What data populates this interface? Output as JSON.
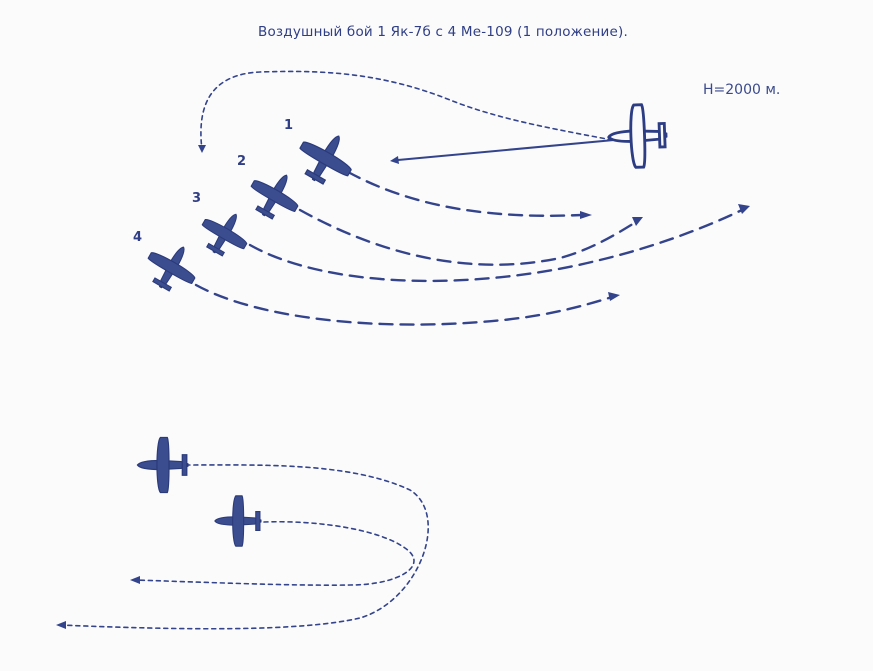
{
  "title": "Воздушный бой 1 Як-7б с 4 Ме-109 (1 положение).",
  "altitude_label": "Н=2000 м.",
  "formation_numbers": [
    "1",
    "2",
    "3",
    "4"
  ],
  "colors": {
    "ink": "#33448c",
    "paper": "#fbfbfc"
  },
  "icons": {
    "enemy_fighter": "me-109-silhouette-icon",
    "own_fighter": "yak-7b-outline-icon"
  }
}
